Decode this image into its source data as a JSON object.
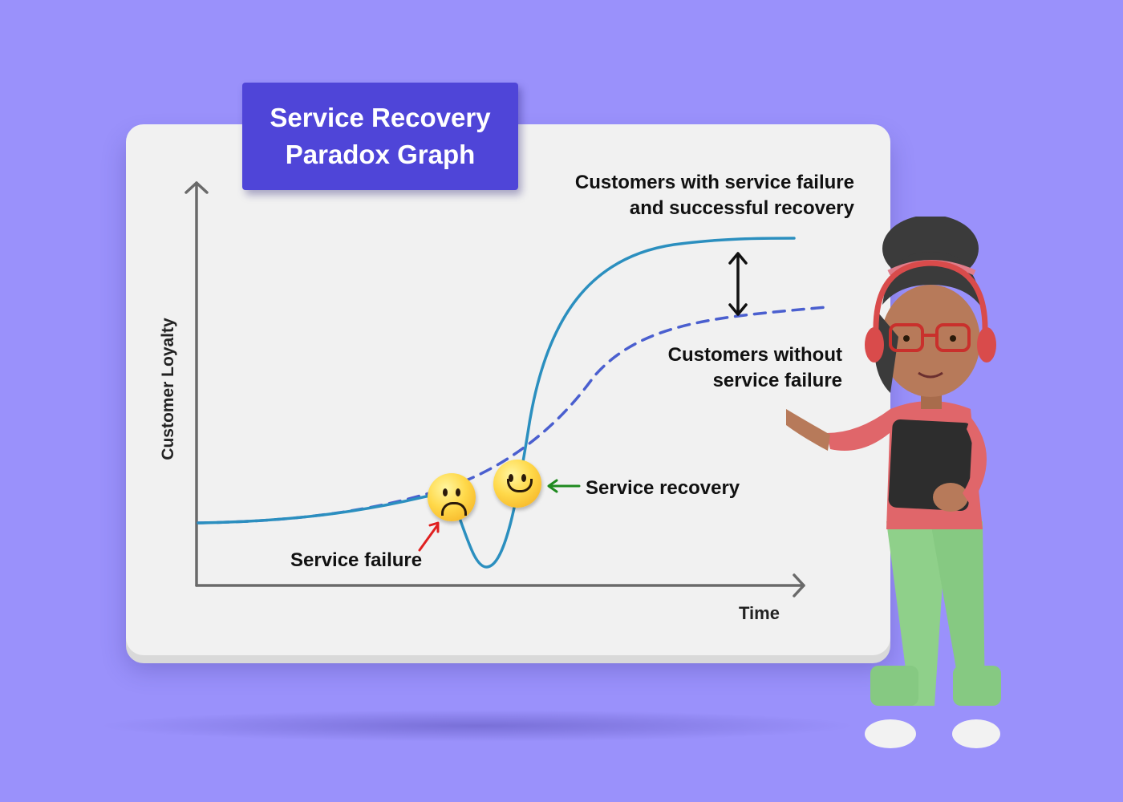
{
  "title": {
    "line1": "Service Recovery",
    "line2": "Paradox Graph"
  },
  "axes": {
    "y_label": "Customer Loyalty",
    "x_label": "Time"
  },
  "annotations": {
    "with_recovery_line1": "Customers with service failure",
    "with_recovery_line2": "and successful recovery",
    "without_failure_line1": "Customers without",
    "without_failure_line2": "service failure",
    "service_failure": "Service failure",
    "service_recovery": "Service recovery"
  },
  "icons": {
    "sad": "sad-face-icon",
    "happy": "happy-face-icon",
    "presenter": "presenter-character-illustration"
  },
  "colors": {
    "background": "#9a91fb",
    "title_box": "#4f45d8",
    "recovery_curve": "#2b8fbf",
    "baseline_curve": "#4a5fcf",
    "failure_arrow": "#e02020",
    "recovery_arrow": "#1f8a1f"
  }
}
